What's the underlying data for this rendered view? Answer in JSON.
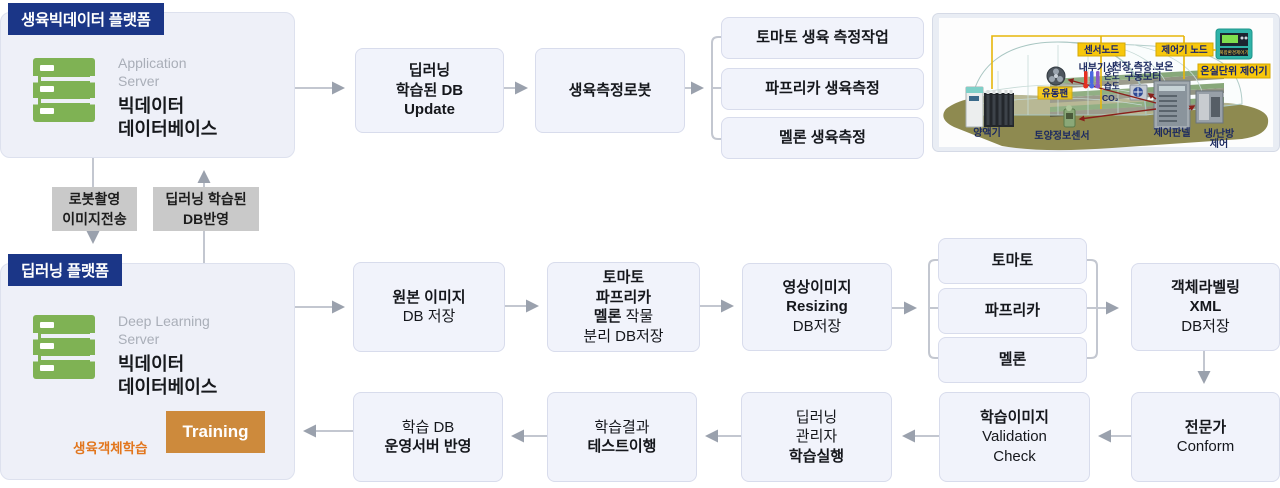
{
  "colors": {
    "header_navy": "#1b3687",
    "node_fill": "#f1f3fb",
    "platform_fill": "#eef0f8",
    "training_orange": "#cd8a3c",
    "server_icon_green": "#7fb254",
    "annotation_orange": "#e2761d",
    "greenhouse_label_yellow": "#f7c70c",
    "arrow_gray": "#9aa1ad",
    "arrow_dark": "#4d5c66",
    "transfer_label_gray": "#c9c9c9"
  },
  "top_platform": {
    "header": "생육빅데이터 플랫폼",
    "server_type": [
      "Application",
      "Server"
    ],
    "server_name": [
      "빅데이터",
      "데이터베이스"
    ]
  },
  "top_flow": {
    "db_update": [
      "딥러닝",
      "학습된 DB",
      "Update"
    ],
    "robot": "생육측정로봇",
    "tasks": [
      "토마토 생육 측정작업",
      "파프리카 생육측정",
      "멜론 생육측정"
    ]
  },
  "transfer": {
    "robot_images": [
      "로봇촬영",
      "이미지전송"
    ],
    "trained_db": [
      "딥러닝 학습된",
      "DB반영"
    ]
  },
  "deep_platform": {
    "header": "딥러닝 플랫폼",
    "server_type": [
      "Deep Learning",
      "Server"
    ],
    "server_name": [
      "빅데이터",
      "데이터베이스"
    ],
    "training": "Training",
    "annotation": "생육객체학습"
  },
  "mid_flow": {
    "original": {
      "line1": "원본 이미지",
      "line2": "DB 저장"
    },
    "separate": {
      "line1": "토마토",
      "line2": "파프리카",
      "line3_bold": "멜론",
      "line3_normal": " 작물",
      "line4": "분리 DB저장"
    },
    "resizing": {
      "line1": "영상이미지",
      "line2": "Resizing",
      "line3": "DB저장"
    },
    "crops": [
      "토마토",
      "파프리카",
      "멜론"
    ],
    "labeling": {
      "line1": "객체라벨링",
      "line2": "XML",
      "line3": "DB저장"
    }
  },
  "bottom_flow": {
    "expert": {
      "line1": "전문가",
      "line2": "Conform"
    },
    "validation": {
      "line1": "학습이미지",
      "line2": "Validation",
      "line3": "Check"
    },
    "training_run": {
      "line1": "딥러닝",
      "line2": "관리자",
      "line3": "학습실행"
    },
    "test": {
      "line1": "학습결과",
      "line2": "테스트이행"
    },
    "deploy": {
      "line1": "학습 DB",
      "line2": "운영서버 반영"
    }
  },
  "greenhouse": {
    "sensor_node": "센서노드",
    "controller_node": "제어기 노드",
    "unit_controller": "온실단위 제어기",
    "device_label": "복합환경제어기",
    "indoor_weather": "내부기상",
    "motor_line1": "천장.측장.보온",
    "motor_line2": "구동모터",
    "temperature": "온도",
    "humidity": "습도",
    "co2": "CO₂",
    "fan": "유동팬",
    "nutrient_machine": "양액기",
    "soil_sensor": "토양정보센서",
    "control_panel": "제어판넬",
    "hvac_line1": "냉/난방",
    "hvac_line2": "제어"
  }
}
